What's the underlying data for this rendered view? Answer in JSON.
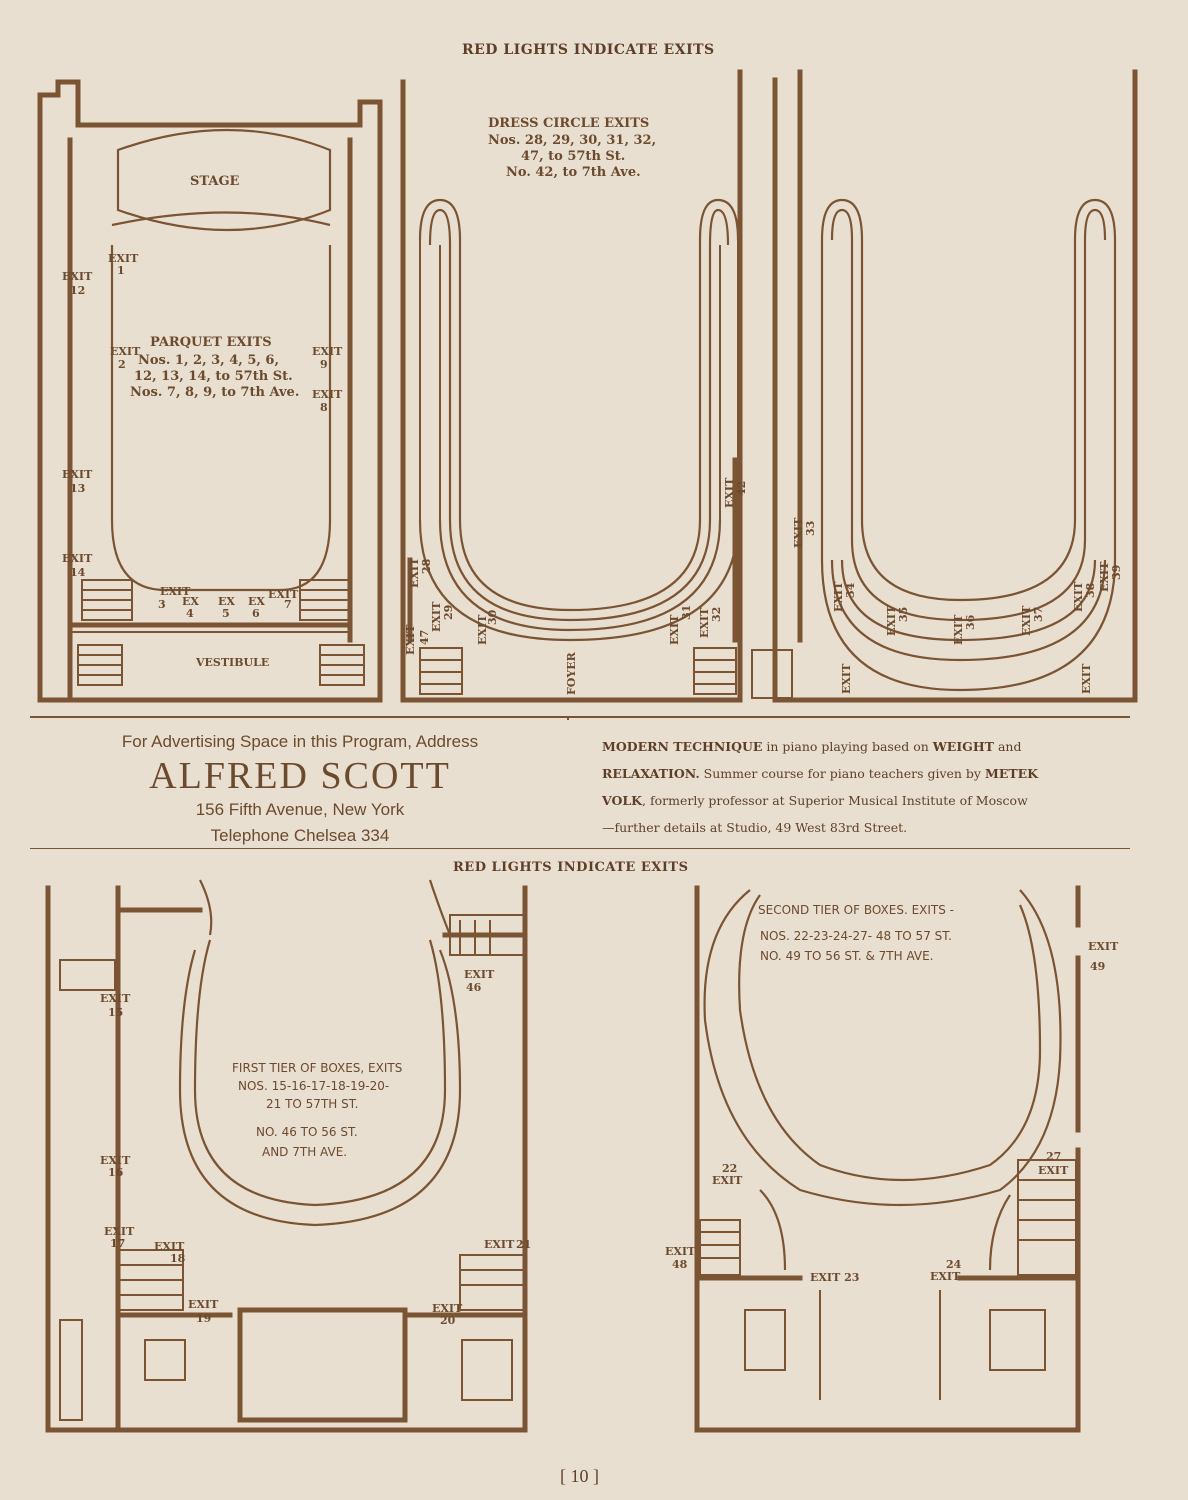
{
  "top_heading": "RED LIGHTS INDICATE EXITS",
  "parquet": {
    "stage": "STAGE",
    "title": "PARQUET EXITS",
    "line1": "Nos. 1, 2, 3, 4, 5, 6,",
    "line2": "12, 13, 14, to 57th St.",
    "line3": "Nos. 7, 8, 9, to 7th Ave.",
    "vestibule": "VESTIBULE",
    "exit_word": "EXIT",
    "exit_short": "EX",
    "numbers": [
      "1",
      "2",
      "3",
      "4",
      "5",
      "6",
      "7",
      "8",
      "9",
      "12",
      "13",
      "14"
    ]
  },
  "dress_circle": {
    "title": "DRESS CIRCLE EXITS",
    "line1": "Nos. 28, 29, 30, 31, 32,",
    "line2": "47, to 57th St.",
    "line3": "No. 42, to 7th Ave.",
    "foyer": "FOYER",
    "numbers": [
      "28",
      "29",
      "30",
      "31",
      "32",
      "47",
      "42"
    ]
  },
  "balcony": {
    "numbers": [
      "33",
      "34",
      "35",
      "36",
      "37",
      "38",
      "39"
    ]
  },
  "advert_left": {
    "line1": "For Advertising Space in this Program, Address",
    "name": "ALFRED SCOTT",
    "address": "156 Fifth Avenue, New York",
    "phone": "Telephone Chelsea 334"
  },
  "advert_right": {
    "b1": "MODERN TECHNIQUE",
    "t1": " in piano playing based on ",
    "b2": "WEIGHT",
    "t2": " and",
    "b3": "RELAXATION.",
    "t3": " Summer course for piano teachers given by ",
    "b4": "METEK",
    "b5": "VOLK",
    "t4": ", formerly professor at Superior Musical Institute of Moscow",
    "t5": "—further details at Studio, 49 West 83rd Street."
  },
  "mid_heading": "RED LIGHTS INDICATE EXITS",
  "first_tier": {
    "line1": "FIRST TIER OF BOXES, EXITS",
    "line2": "NOS. 15-16-17-18-19-20-",
    "line3": "21 TO 57TH ST.",
    "line4": "NO. 46 TO 56 ST.",
    "line5": "AND 7TH AVE.",
    "numbers": [
      "15",
      "16",
      "17",
      "18",
      "19",
      "20",
      "21",
      "46"
    ]
  },
  "second_tier": {
    "line1": "SECOND TIER OF BOXES. EXITS -",
    "line2": "NOS. 22-23-24-27- 48 TO 57 ST.",
    "line3": "NO. 49 TO 56 ST. & 7TH AVE.",
    "exit23": "EXIT 23",
    "numbers": [
      "22",
      "24",
      "27",
      "48",
      "49"
    ]
  },
  "page_number": "[ 10 ]"
}
